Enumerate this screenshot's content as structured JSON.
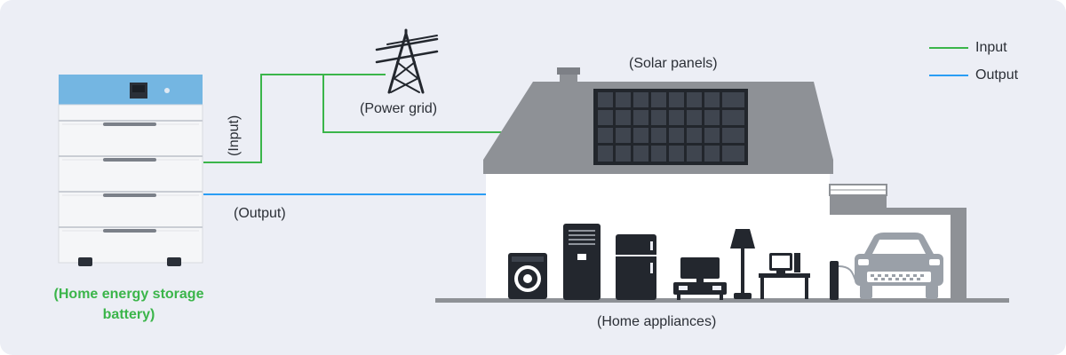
{
  "labels": {
    "solar_panels": "(Solar panels)",
    "power_grid": "(Power grid)",
    "input": "(Input)",
    "output": "(Output)",
    "home_appliances": "(Home appliances)",
    "battery": "(Home energy storage battery)"
  },
  "legend": [
    {
      "label": "Input",
      "color": "#3bb54a"
    },
    {
      "label": "Output",
      "color": "#2a9df4"
    }
  ],
  "colors": {
    "input_line": "#3bb54a",
    "output_line": "#2a9df4",
    "background": "#eceef5",
    "battery_top": "#74b6e2"
  },
  "icons": [
    "power-grid-tower-icon",
    "solar-panel-icon",
    "washing-machine-icon",
    "air-conditioner-icon",
    "refrigerator-icon",
    "television-icon",
    "floor-lamp-icon",
    "computer-icon",
    "charger-icon",
    "car-icon"
  ]
}
